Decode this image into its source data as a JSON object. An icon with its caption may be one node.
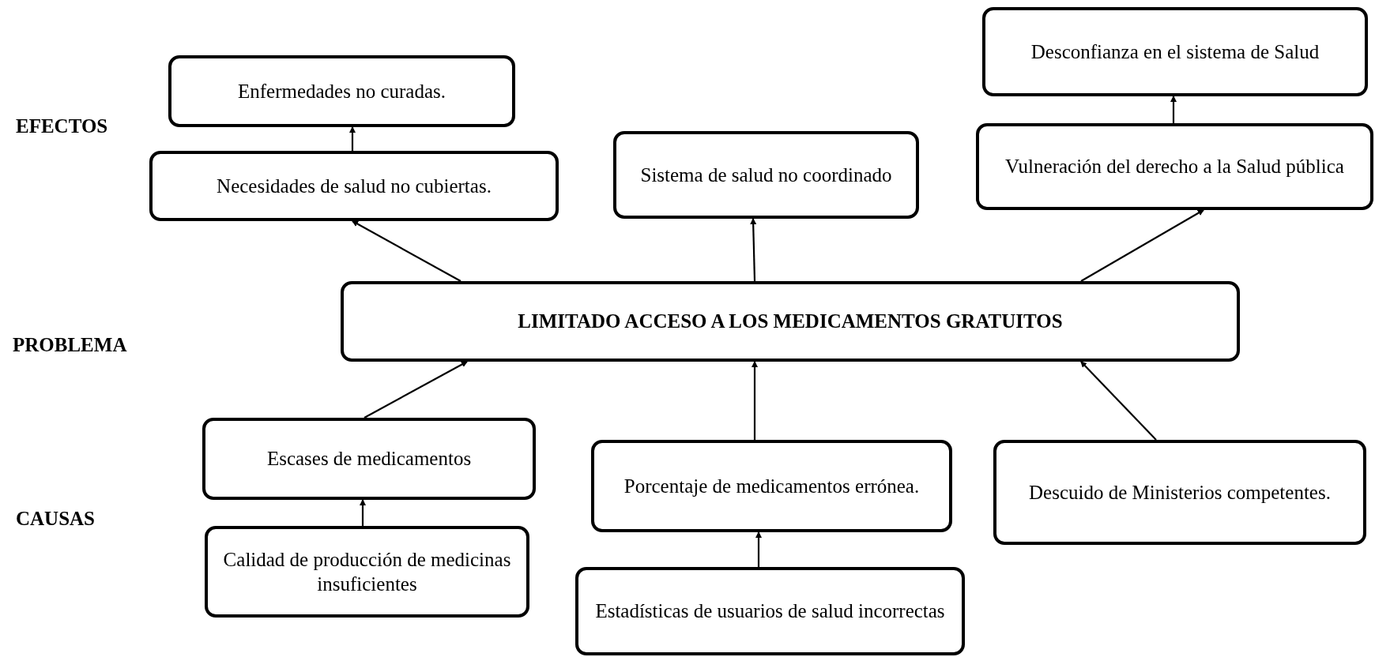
{
  "diagram": {
    "nodes": [
      {
        "text": [
          "Desconfianza en el sistema de Salud"
        ]
      },
      {
        "text": [
          "Enfermedades no curadas."
        ]
      },
      {
        "text": [
          "Necesidades de salud no cubiertas."
        ]
      },
      {
        "text": [
          "Sistema de salud no coordinado"
        ]
      },
      {
        "text": [
          "Vulneración del derecho a la Salud pública"
        ]
      },
      {
        "text": [
          "LIMITADO ACCESO A LOS MEDICAMENTOS GRATUITOS"
        ]
      },
      {
        "text": [
          "Escases de medicamentos"
        ]
      },
      {
        "text": [
          "Porcentaje de medicamentos errónea."
        ]
      },
      {
        "text": [
          "Descuido de Ministerios competentes."
        ]
      },
      {
        "text": [
          "Calidad de producción de medicinas insuficientes"
        ]
      },
      {
        "text": [
          "Estadísticas de usuarios de salud incorrectas"
        ]
      }
    ],
    "edges": [
      {
        "from": 2,
        "to": 1,
        "arrow": "to"
      },
      {
        "from": 5,
        "to": 2,
        "arrow": "to"
      },
      {
        "from": 5,
        "to": 3,
        "arrow": "to"
      },
      {
        "from": 5,
        "to": 4,
        "arrow": "to"
      },
      {
        "from": 4,
        "to": 0,
        "arrow": "to"
      },
      {
        "from": 6,
        "to": 5,
        "arrow": "to"
      },
      {
        "from": 9,
        "to": 6,
        "arrow": "to"
      },
      {
        "from": 7,
        "to": 5,
        "arrow": "to"
      },
      {
        "from": 10,
        "to": 7,
        "arrow": "to"
      },
      {
        "from": 8,
        "to": 5,
        "arrow": "to"
      }
    ],
    "labels": [
      "EFECTOS",
      "PROBLEMA",
      "CAUSAS"
    ]
  }
}
